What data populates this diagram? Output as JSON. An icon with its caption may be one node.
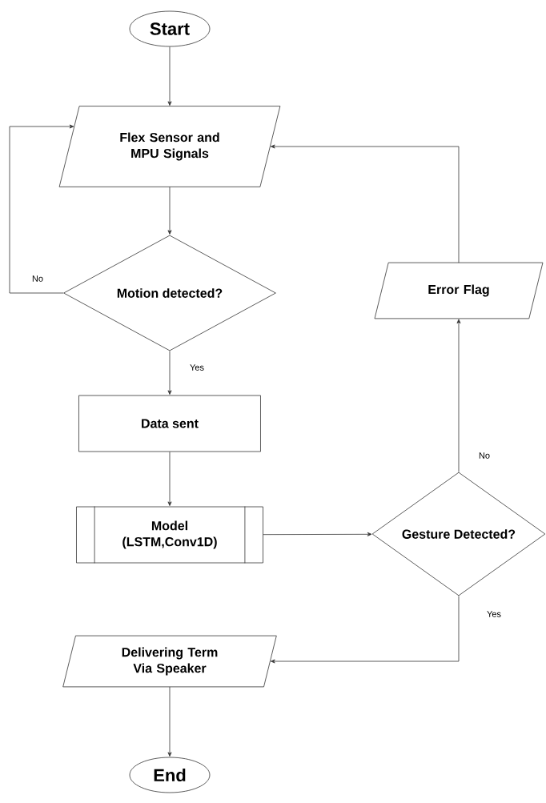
{
  "diagram": {
    "nodes": [
      {
        "text": [
          "Start"
        ]
      },
      {
        "text": [
          "Flex Sensor and MPU Signals"
        ]
      },
      {
        "text": [
          "Motion detected?"
        ]
      },
      {
        "text": [
          "Data sent"
        ]
      },
      {
        "text": [
          "Model",
          "(LSTM,Conv1D)"
        ]
      },
      {
        "text": [
          "Gesture Detected?"
        ]
      },
      {
        "text": [
          "Error Flag"
        ]
      },
      {
        "text": [
          "Delivering Term Via Speaker"
        ]
      },
      {
        "text": [
          "End"
        ]
      }
    ],
    "edges": [
      {
        "from": 0,
        "to": 1,
        "arrow": "to"
      },
      {
        "from": 1,
        "to": 2,
        "arrow": "to"
      },
      {
        "from": 2,
        "to": 1,
        "arrow": "to",
        "label": "No"
      },
      {
        "from": 2,
        "to": 3,
        "arrow": "to",
        "label": "Yes"
      },
      {
        "from": 3,
        "to": 4,
        "arrow": "to"
      },
      {
        "from": 4,
        "to": 5,
        "arrow": "to"
      },
      {
        "from": 5,
        "to": 6,
        "arrow": "to",
        "label": "No"
      },
      {
        "from": 6,
        "to": 1,
        "arrow": "to"
      },
      {
        "from": 5,
        "to": 7,
        "arrow": "to",
        "label": "Yes"
      },
      {
        "from": 7,
        "to": 8,
        "arrow": "to"
      }
    ]
  }
}
